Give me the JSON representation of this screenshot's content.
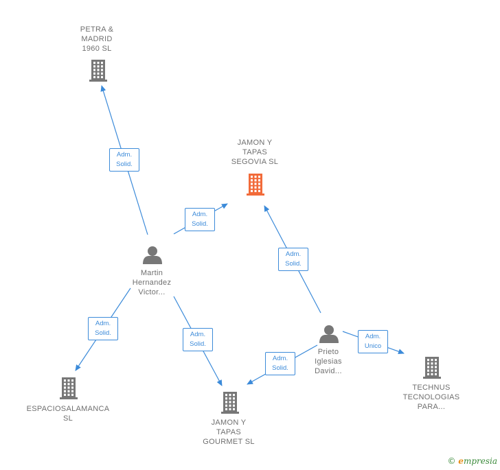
{
  "colors": {
    "edge": "#3b8ad9",
    "building": "#777777",
    "building_highlight": "#f26b3a",
    "person": "#777777"
  },
  "nodes": [
    {
      "id": "petra",
      "type": "company",
      "label": "PETRA &\nMADRID\n1960  SL"
    },
    {
      "id": "jamon_segovia",
      "type": "company",
      "highlight": true,
      "label": "JAMON Y\nTAPAS\nSEGOVIA  SL"
    },
    {
      "id": "martin",
      "type": "person",
      "label": "Martin\nHernandez\nVictor..."
    },
    {
      "id": "prieto",
      "type": "person",
      "label": "Prieto\nIglesias\nDavid..."
    },
    {
      "id": "espacio",
      "type": "company",
      "label": "ESPACIOSALAMANCA\nSL"
    },
    {
      "id": "jamon_gourmet",
      "type": "company",
      "label": "JAMON Y\nTAPAS\nGOURMET  SL"
    },
    {
      "id": "technus",
      "type": "company",
      "label": "TECHNUS\nTECNOLOGIAS\nPARA..."
    }
  ],
  "edges": [
    {
      "from": "martin",
      "to": "petra",
      "label": "Adm.\nSolid."
    },
    {
      "from": "martin",
      "to": "jamon_segovia",
      "label": "Adm.\nSolid."
    },
    {
      "from": "martin",
      "to": "espacio",
      "label": "Adm.\nSolid."
    },
    {
      "from": "martin",
      "to": "jamon_gourmet",
      "label": "Adm.\nSolid."
    },
    {
      "from": "prieto",
      "to": "jamon_segovia",
      "label": "Adm.\nSolid."
    },
    {
      "from": "prieto",
      "to": "jamon_gourmet",
      "label": "Adm.\nSolid."
    },
    {
      "from": "prieto",
      "to": "technus",
      "label": "Adm.\nUnico"
    }
  ],
  "watermark": {
    "copyright": "©",
    "brand_initial": "e",
    "brand_rest": "mpresia"
  }
}
